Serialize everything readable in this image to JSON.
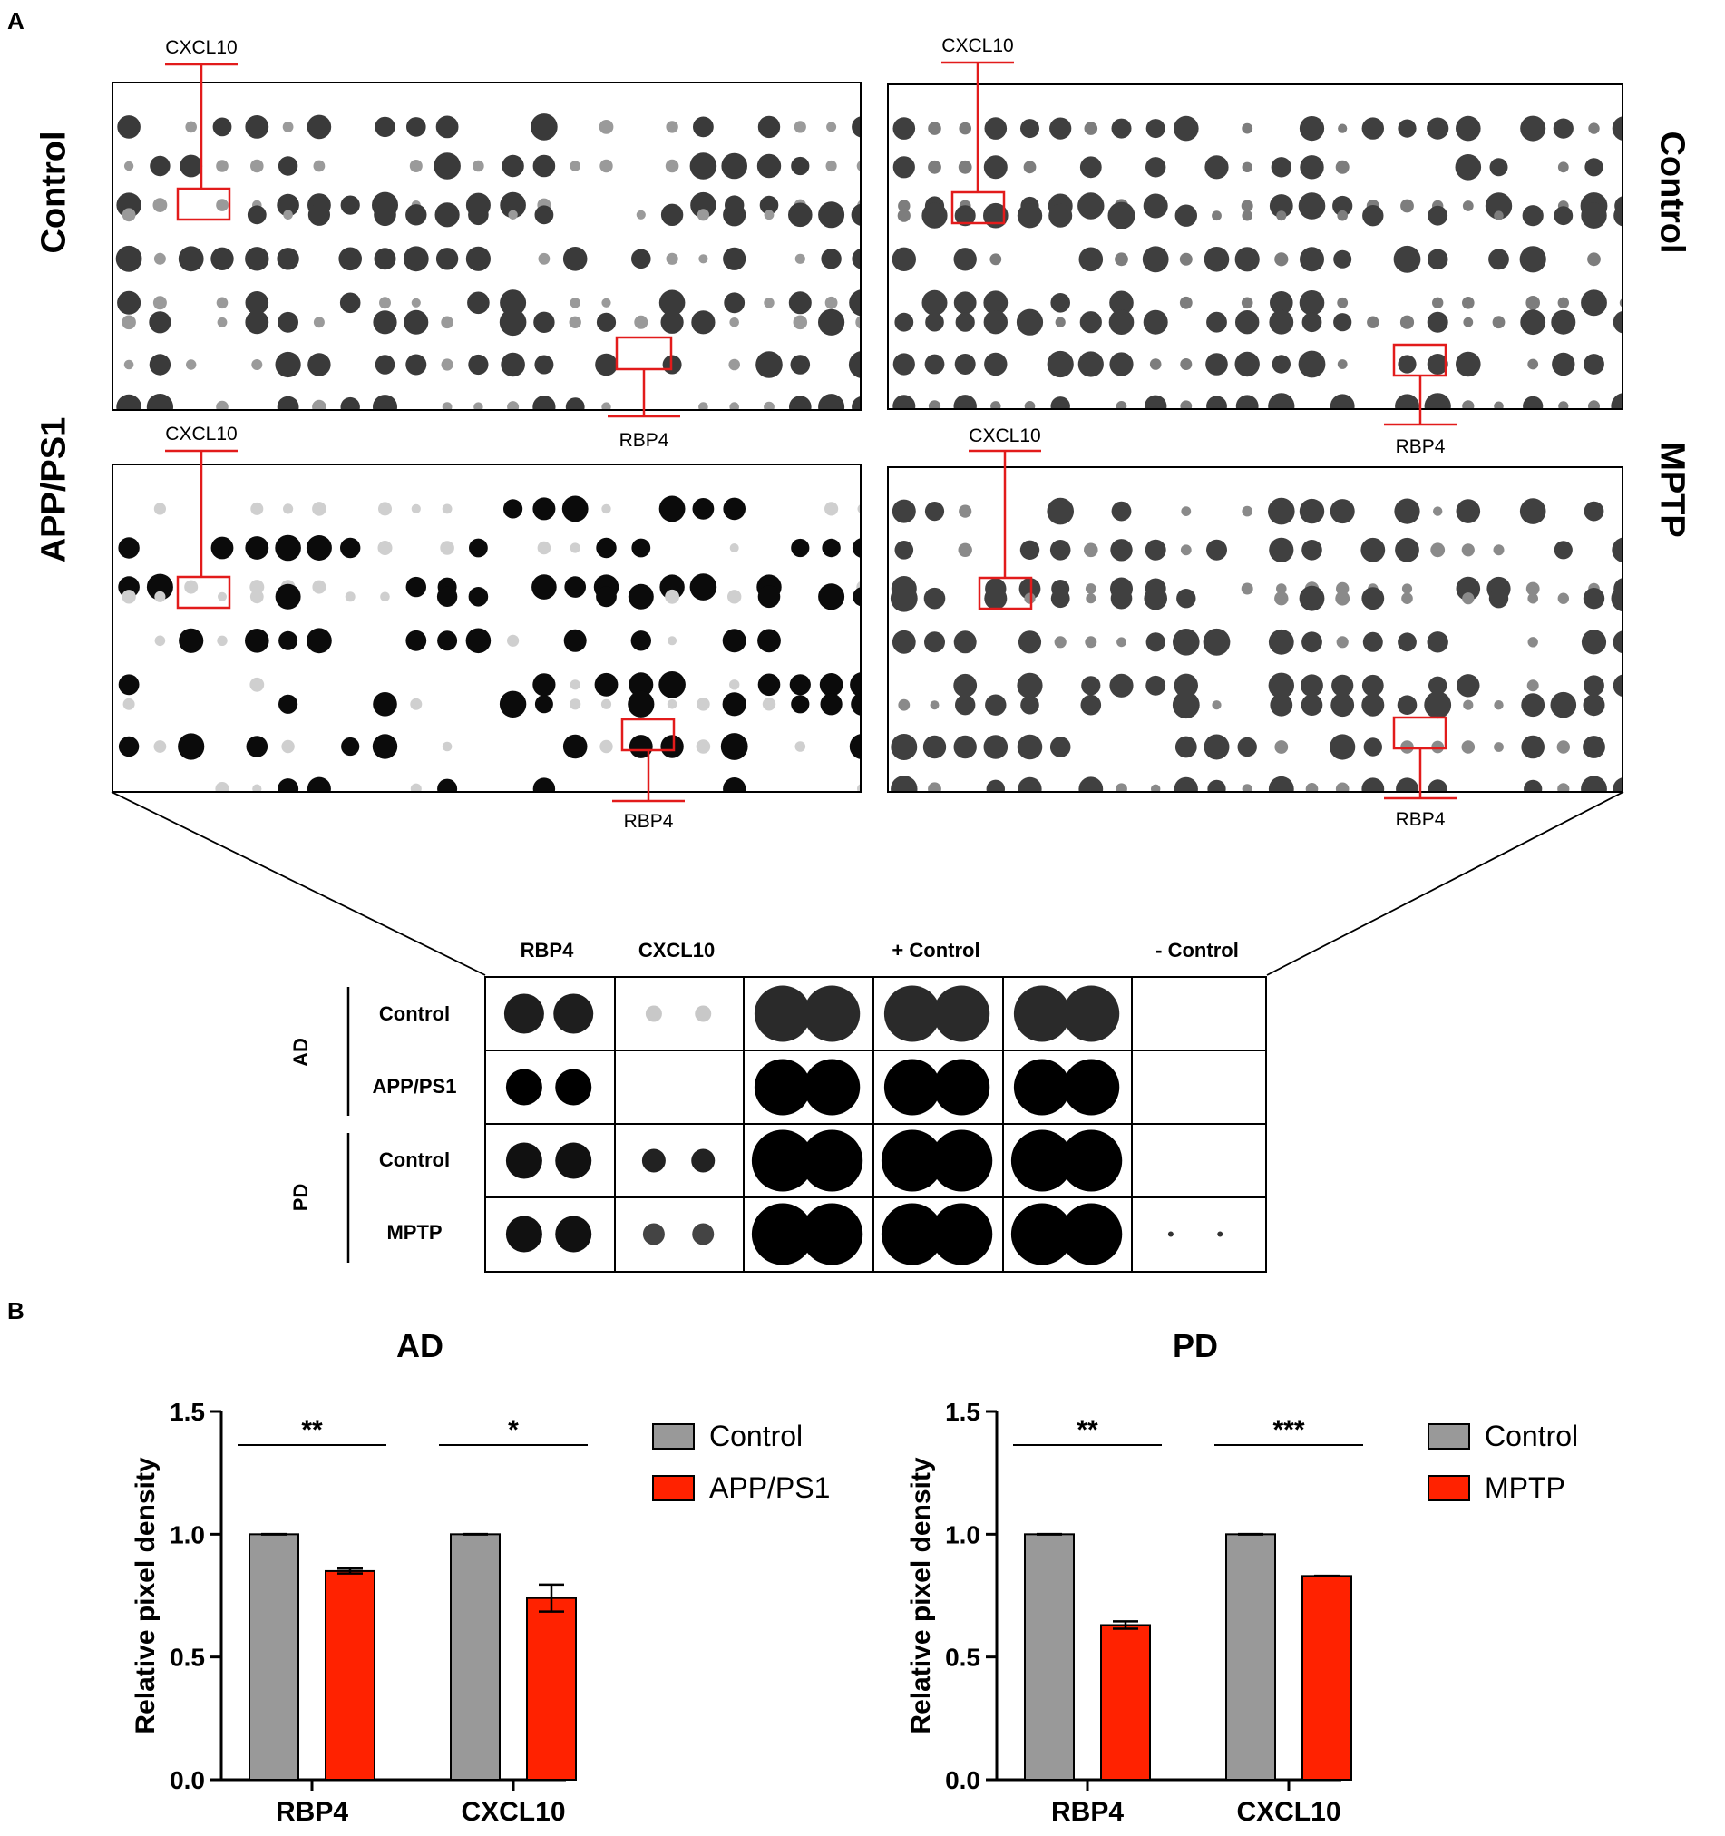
{
  "panel_a": {
    "letter": "A",
    "labels": {
      "ad_control": "Control",
      "ad_app": "APP/PS1",
      "pd_control": "Control",
      "pd_mptp": "MPTP"
    },
    "markers": {
      "cxcl10": "CXCL10",
      "rbp4": "RBP4"
    },
    "grid": {
      "headers": [
        "RBP4",
        "CXCL10",
        "+ Control",
        "- Control"
      ],
      "group_ad": "AD",
      "group_pd": "PD",
      "rows": [
        "Control",
        "APP/PS1",
        "Control",
        "MPTP"
      ]
    }
  },
  "panel_b": {
    "letter": "B"
  },
  "chart_data": [
    {
      "type": "bar",
      "title": "AD",
      "ylabel": "Relative pixel density",
      "xlabel": "",
      "categories": [
        "RBP4",
        "CXCL10"
      ],
      "ylim": [
        0,
        1.5
      ],
      "yticks": [
        "0.0",
        "0.5",
        "1.0",
        "1.5"
      ],
      "series": [
        {
          "name": "Control",
          "color": "#999999",
          "values": [
            1.0,
            1.0
          ],
          "errors": [
            0.005,
            0.005
          ]
        },
        {
          "name": "APP/PS1",
          "color": "#ff2200",
          "values": [
            0.85,
            0.74
          ],
          "errors": [
            0.01,
            0.055
          ]
        }
      ],
      "significance": [
        "**",
        "*"
      ],
      "legend": "right"
    },
    {
      "type": "bar",
      "title": "PD",
      "ylabel": "Relative pixel density",
      "xlabel": "",
      "categories": [
        "RBP4",
        "CXCL10"
      ],
      "ylim": [
        0,
        1.5
      ],
      "yticks": [
        "0.0",
        "0.5",
        "1.0",
        "1.5"
      ],
      "series": [
        {
          "name": "Control",
          "color": "#999999",
          "values": [
            1.0,
            1.0
          ],
          "errors": [
            0.005,
            0.005
          ]
        },
        {
          "name": "MPTP",
          "color": "#ff2200",
          "values": [
            0.63,
            0.83
          ],
          "errors": [
            0.015,
            0.005
          ]
        }
      ],
      "significance": [
        "**",
        "***"
      ],
      "legend": "right"
    }
  ]
}
